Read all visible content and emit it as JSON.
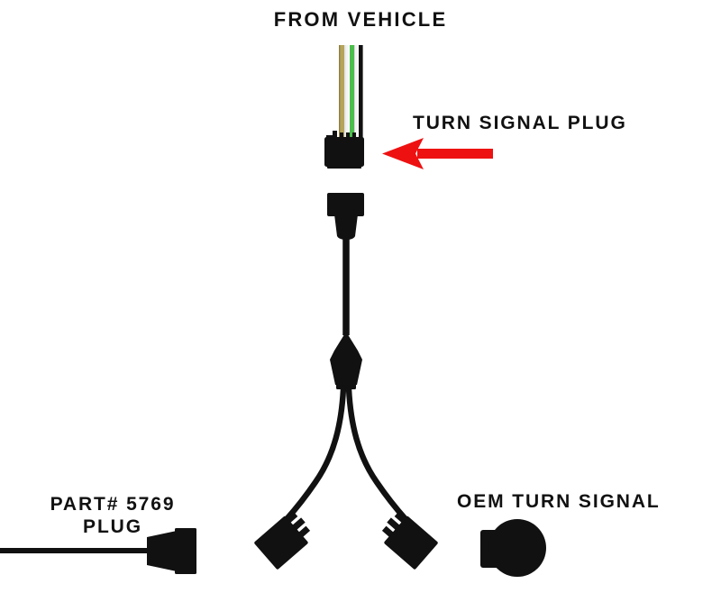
{
  "diagram": {
    "title": "Turn signal wiring harness adapter diagram",
    "background_color": "#ffffff",
    "ink_color": "#111111",
    "accent_color": "#ee1111",
    "labels": {
      "from_vehicle": "FROM VEHICLE",
      "turn_signal_plug": "TURN SIGNAL PLUG",
      "oem_turn_signal": "OEM TURN SIGNAL",
      "part_number": "PART# 5769",
      "part_plug": "PLUG"
    },
    "wires": [
      {
        "name": "tan-wire",
        "color": "#b5a55c"
      },
      {
        "name": "white-wire",
        "color": "#f2f2f2"
      },
      {
        "name": "green-wire",
        "color": "#4bbd4b"
      },
      {
        "name": "black-wire",
        "color": "#111111"
      }
    ],
    "arrow": {
      "name": "pointer-arrow",
      "color": "#ee1111",
      "direction": "left"
    },
    "components": [
      {
        "name": "turn-signal-plug-connector",
        "label": "TURN SIGNAL PLUG"
      },
      {
        "name": "mating-plug-connector",
        "label": ""
      },
      {
        "name": "y-splitter-body",
        "label": ""
      },
      {
        "name": "branch-connector-left",
        "label": ""
      },
      {
        "name": "branch-connector-right",
        "label": ""
      },
      {
        "name": "part-5769-plug-connector",
        "label": "PART# 5769 PLUG"
      },
      {
        "name": "oem-turn-signal-bulb",
        "label": "OEM TURN SIGNAL"
      }
    ]
  }
}
